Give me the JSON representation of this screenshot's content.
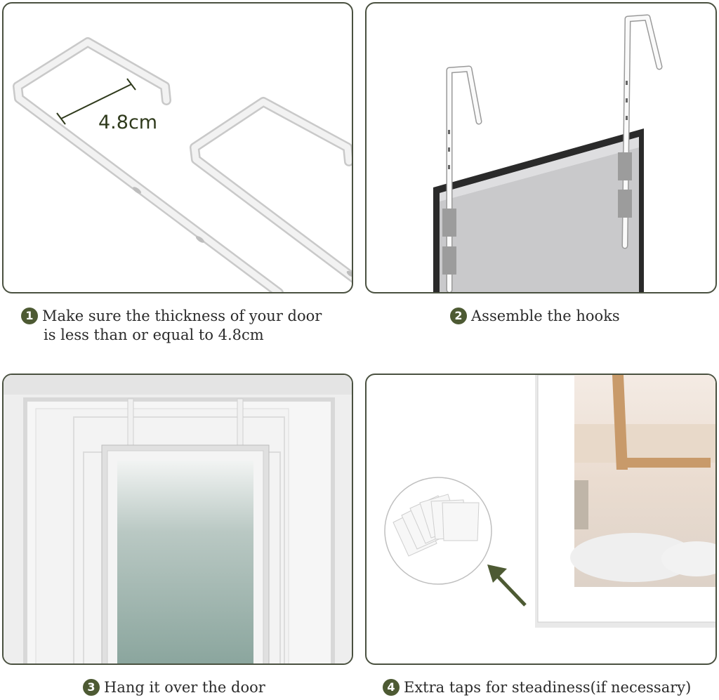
{
  "steps": [
    {
      "number": "1",
      "line1": "Make sure the thickness of your door",
      "line2": "is less than or equal to 4.8cm"
    },
    {
      "number": "2",
      "line1": "Assemble the hooks"
    },
    {
      "number": "3",
      "line1": "Hang it over the door"
    },
    {
      "number": "4",
      "line1": "Extra taps for steadiness(if necessary)"
    }
  ],
  "measurement": "4.8cm",
  "colors": {
    "accent": "#4d5a33",
    "frame": "#4a5140"
  }
}
